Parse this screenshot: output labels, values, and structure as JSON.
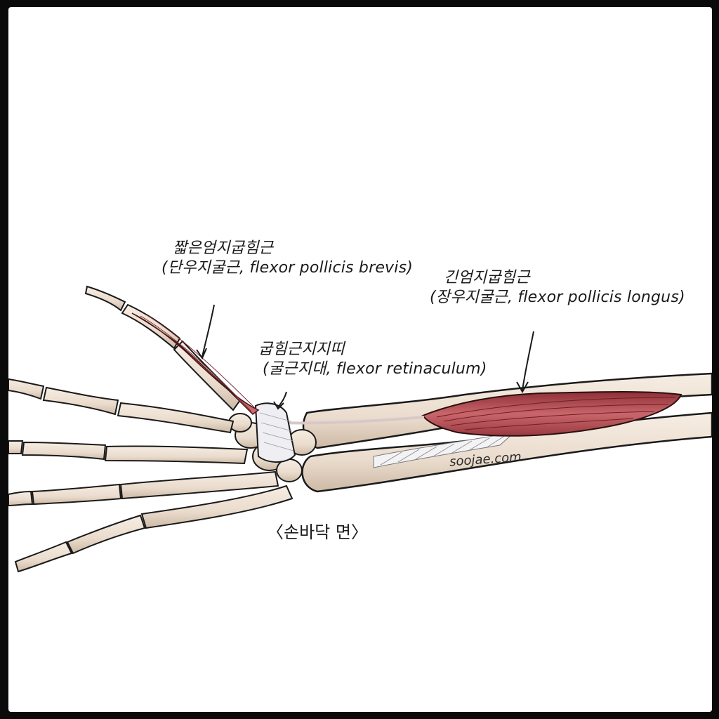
{
  "labels": {
    "fpb": {
      "korean": "짧은엄지굽힘근",
      "latin": "(단우지굴근, flexor pollicis brevis)"
    },
    "fpl": {
      "korean": "긴엄지굽힘근",
      "latin": "(장우지굴근, flexor pollicis longus)"
    },
    "retinaculum": {
      "korean": "굽힘근지지띠",
      "latin": "(굴근지대, flexor retinaculum)"
    }
  },
  "caption": "〈손바닥 면〉",
  "watermark": "soojae.com",
  "colors": {
    "bone": "#efe3d6",
    "bone_shadow": "#c9b8a6",
    "muscle": "#b8535a",
    "muscle_light": "#d9888c",
    "ligament": "#e6e6ec",
    "ink": "#1a1a1a"
  }
}
